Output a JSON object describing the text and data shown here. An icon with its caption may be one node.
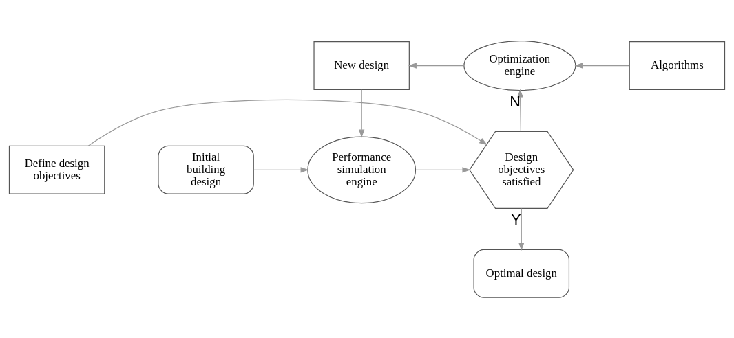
{
  "diagram": {
    "nodes": [
      {
        "text": [
          "New design"
        ]
      },
      {
        "text": [
          "Optimization engine"
        ]
      },
      {
        "text": [
          "Algorithms"
        ]
      },
      {
        "text": [
          "Initial building design"
        ]
      },
      {
        "text": [
          "Performance simulation engine"
        ]
      },
      {
        "text": [
          "Design objectives satisfied"
        ]
      },
      {
        "text": [
          "Define design objectives"
        ]
      },
      {
        "text": [
          "Optimal design"
        ]
      }
    ],
    "edges": [
      {
        "from": 1,
        "to": 0,
        "arrow": "to"
      },
      {
        "from": 2,
        "to": 1,
        "arrow": "to"
      },
      {
        "from": 0,
        "to": 4,
        "arrow": "to"
      },
      {
        "from": 3,
        "to": 4,
        "arrow": "to"
      },
      {
        "from": 4,
        "to": 5,
        "arrow": "to"
      },
      {
        "from": 6,
        "to": 5,
        "arrow": "to"
      },
      {
        "from": 5,
        "to": 1,
        "arrow": "to",
        "label": "N"
      },
      {
        "from": 5,
        "to": 7,
        "arrow": "to",
        "label": "Y"
      }
    ]
  }
}
